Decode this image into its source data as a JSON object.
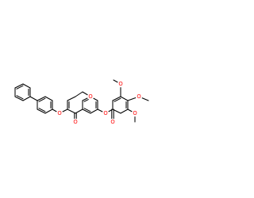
{
  "colors": {
    "background": "#ffffff",
    "bond": "#000000",
    "oxygen": "#ff0000"
  },
  "atoms": {
    "ether_o": "O",
    "ketone_o": "O",
    "ring_o": "O",
    "ester_o": "O",
    "carbonyl_o": "O",
    "ome_top_o": "O",
    "ome_mid_o": "O",
    "ome_low_o": "O"
  }
}
